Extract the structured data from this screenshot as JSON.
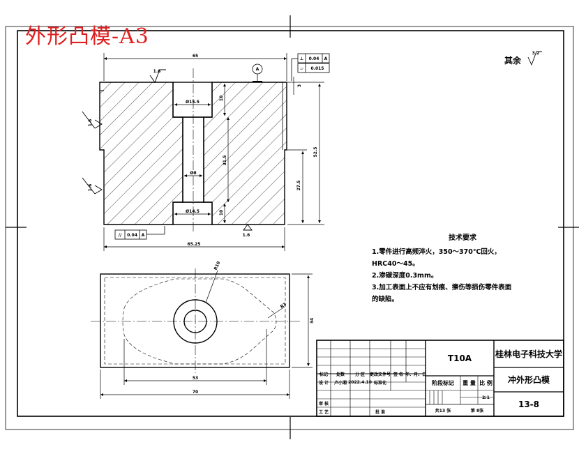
{
  "title_overlay": "外形凸模-A3",
  "roughness_note": {
    "label": "其余",
    "value": "3.2"
  },
  "feature_ref": "A",
  "tolerance_frames": {
    "perpendicularity": {
      "symbol": "⊥",
      "value": "0.04",
      "datum": "A"
    },
    "flatness": {
      "symbol": "▱",
      "value": "0.015"
    },
    "parallelism": {
      "symbol": "//",
      "value": "0.04",
      "datum": "A"
    }
  },
  "dimensions": {
    "top_width": "65",
    "overall_width": "65.25",
    "bore_top": "Ø15.5",
    "bore_bottom": "Ø14.5",
    "bore_mid": "Ø8",
    "depth_top": "10",
    "depth_bottom": "10",
    "bore_height": "31.5",
    "step_height": "27.5",
    "total_height": "52.5",
    "step_top": "3",
    "plan_length": "70",
    "plan_inner": "53",
    "plan_height": "34",
    "plan_radius": "R10",
    "plan_r": "R3"
  },
  "roughness_marks": [
    "1.6",
    "1.6",
    "1.6",
    "1.6"
  ],
  "technical_requirements": {
    "heading": "技术要求",
    "lines": [
      "1.零件进行高频淬火，350～370℃回火，",
      "HRC40～45。",
      "2.渗碳深度0.3mm。",
      "3.加工表面上不应有划痕、擦伤等损伤零件表面",
      "的缺陷。"
    ]
  },
  "title_block": {
    "material": "T10A",
    "school": "桂林电子科技大学",
    "part_name": "冲外形凸模",
    "drawing_no": "13-8",
    "scale": "2:1",
    "hdr_mark": "标记",
    "hdr_count": "处数",
    "hdr_zone": "分 区",
    "hdr_doc": "更改文件号",
    "hdr_sign": "签 名",
    "hdr_date": "年、月、日",
    "designer_label": "设 计",
    "designer_name": "卢小湘",
    "design_date": "2022.4.10",
    "std_label": "标准化",
    "stage_label": "阶段标记",
    "weight_label": "重 量",
    "scale_label": "比 例",
    "review_label": "审 核",
    "process_label": "工 艺",
    "approve_label": "批 准",
    "sheet_total": "共13 张",
    "sheet_no": "第 8张"
  },
  "colors": {
    "line": "#000000",
    "title": "#e02020",
    "centerline": "#000000"
  }
}
